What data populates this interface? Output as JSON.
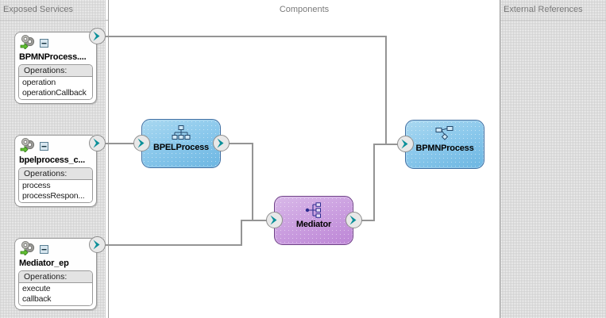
{
  "lanes": {
    "exposed_services": {
      "title": "Exposed Services"
    },
    "components": {
      "title": "Components"
    },
    "external_references": {
      "title": "External References"
    }
  },
  "exposed_services": [
    {
      "name": "BPMNProcess....",
      "operations_label": "Operations:",
      "operations": [
        "operation",
        "operationCallback"
      ],
      "collapse_icon": "minus-icon",
      "service_icon": "service-gear-icon",
      "port_icon": "interface-port-icon"
    },
    {
      "name": "bpelprocess_c...",
      "operations_label": "Operations:",
      "operations": [
        "process",
        "processRespon..."
      ],
      "collapse_icon": "minus-icon",
      "service_icon": "service-gear-icon",
      "port_icon": "interface-port-icon"
    },
    {
      "name": "Mediator_ep",
      "operations_label": "Operations:",
      "operations": [
        "execute",
        "callback"
      ],
      "collapse_icon": "minus-icon",
      "service_icon": "service-gear-icon",
      "port_icon": "interface-port-icon"
    }
  ],
  "components": [
    {
      "name": "BPELProcess",
      "type": "bpel",
      "icon": "bpel-process-icon",
      "has_input_port": true,
      "has_output_port": true
    },
    {
      "name": "Mediator",
      "type": "mediator",
      "icon": "mediator-routing-icon",
      "has_input_port": true,
      "has_output_port": true
    },
    {
      "name": "BPMNProcess",
      "type": "bpmn",
      "icon": "bpmn-process-icon",
      "has_input_port": true,
      "has_output_port": false
    }
  ],
  "external_references": [],
  "colors": {
    "bpel_fill": "#8cc9ec",
    "bpel_border": "#3f6fa3",
    "mediator_fill": "#cb9fe0",
    "mediator_border": "#6d3d86",
    "wire": "#949494",
    "port_arrow": "#0b8f99",
    "lane_header_text": "#7a7a7a",
    "divider": "#9e9e9e"
  }
}
